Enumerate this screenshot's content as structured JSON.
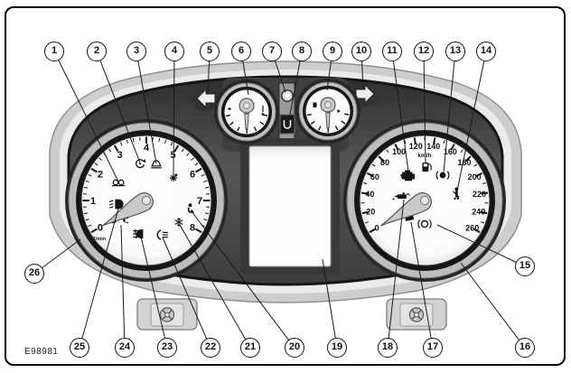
{
  "figure_code": "E98981",
  "callouts": [
    "1",
    "2",
    "3",
    "4",
    "5",
    "6",
    "7",
    "8",
    "9",
    "10",
    "11",
    "12",
    "13",
    "14",
    "15",
    "16",
    "17",
    "18",
    "19",
    "20",
    "21",
    "22",
    "23",
    "24",
    "25",
    "26"
  ],
  "tachometer": {
    "scale": [
      "0",
      "1",
      "2",
      "3",
      "4",
      "5",
      "6",
      "7",
      "8"
    ],
    "unit": "1/min"
  },
  "speedometer": {
    "scale": [
      "0",
      "20",
      "40",
      "60",
      "80",
      "100",
      "120",
      "140",
      "160",
      "180",
      "200",
      "220",
      "240",
      "260"
    ],
    "unit": "km/h"
  },
  "indicator_icons": {
    "tachometer_dial": [
      "glow-plug-icon",
      "stability-control-icon",
      "bulb-icon",
      "washer-jet-icon",
      "airbag-icon",
      "snowflake-icon",
      "rear-fog-icon",
      "front-fog-icon",
      "side-lights-icon",
      "low-beam-icon"
    ],
    "speedometer_dial": [
      "engine-malfunction-icon",
      "fuel-pump-icon",
      "abs-icon",
      "seat-belt-icon",
      "oil-pressure-icon",
      "battery-icon",
      "brake-warning-icon"
    ],
    "center_panel": [
      "left-turn-icon",
      "right-turn-icon",
      "round-indicator-lamp",
      "gear-display-window",
      "temperature-gauge",
      "fuel-gauge",
      "information-display"
    ]
  },
  "colors": {
    "line": "#1a1a1a",
    "housing": "#cdcdcd",
    "bezel": "#3c3c3c",
    "dial_face": "#ffffff"
  }
}
